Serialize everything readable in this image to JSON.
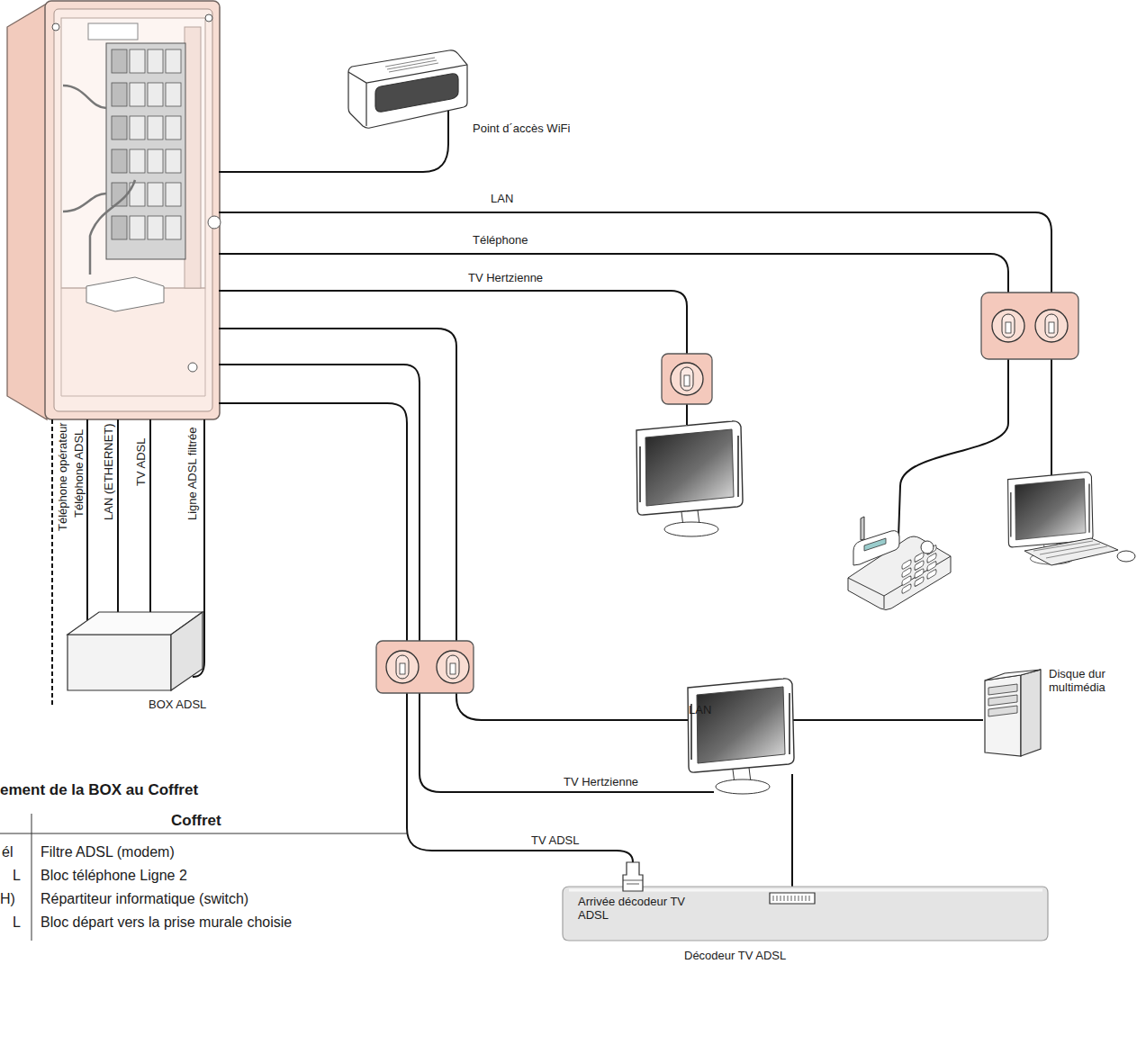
{
  "diagram": {
    "nodes": [
      {
        "text": [
          "Point d´accès WiFi"
        ]
      },
      {
        "text": [
          "BOX ADSL"
        ]
      },
      {
        "text": [
          "Disque dur multimédia"
        ]
      },
      {
        "text": [
          "Arrivée décodeur TV ADSL",
          "Décodeur TV ADSL"
        ]
      }
    ],
    "labels": [
      "LAN",
      "Téléphone",
      "TV Hertzienne",
      "Téléphone opérateur",
      "Téléphone ADSL",
      "LAN (ETHERNET)",
      "TV ADSL",
      "Ligne ADSL filtrée",
      "LAN",
      "TV Hertzienne",
      "TV ADSL",
      "ement de la BOX au Coffret",
      "Coffret",
      "él",
      "Filtre ADSL (modem)",
      "L",
      "Bloc téléphone Ligne 2",
      "H)",
      "Répartiteur informatique (switch)",
      "L",
      "Bloc départ vers la prise murale choisie"
    ]
  }
}
